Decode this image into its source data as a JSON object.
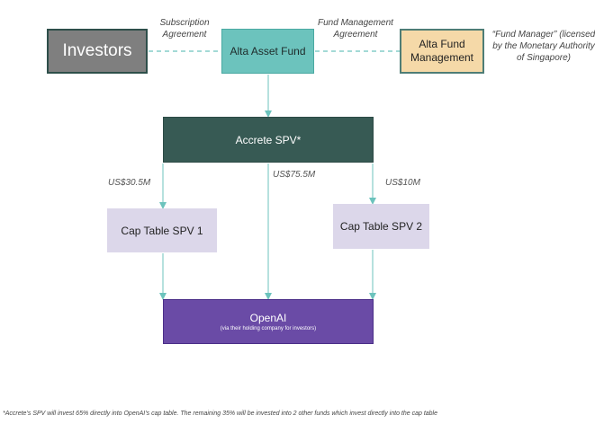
{
  "nodes": {
    "investors": "Investors",
    "alta_asset_fund": "Alta Asset Fund",
    "alta_fund_management": "Alta Fund Management",
    "accrete_spv": "Accrete SPV*",
    "cap_table_spv_1": "Cap Table SPV 1",
    "cap_table_spv_2": "Cap Table SPV 2",
    "openai": "OpenAI",
    "openai_sub": "(via their holding company for investors)"
  },
  "labels": {
    "subscription_agreement": "Subscription Agreement",
    "fund_management_agreement": "Fund Management Agreement",
    "fund_manager_note": "“Fund Manager” (licensed by the Monetary Authority of Singapore)"
  },
  "amounts": {
    "spv1": "US$30.5M",
    "openai_direct": "US$75.5M",
    "spv2": "US$10M"
  },
  "footnote": "*Accrete’s SPV will invest 65% directly into OpenAI’s cap table. The remaining 35% will be invested into 2 other funds which invest directly into the cap table",
  "colors": {
    "connector": "#6cc3bd",
    "investors_fill": "#7f7f7f",
    "alta_asset_fill": "#6cc3bd",
    "alta_mgmt_fill": "#f5d9a8",
    "accrete_fill": "#375a54",
    "cap_table_fill": "#dcd7ea",
    "openai_fill": "#6a4ba6"
  }
}
